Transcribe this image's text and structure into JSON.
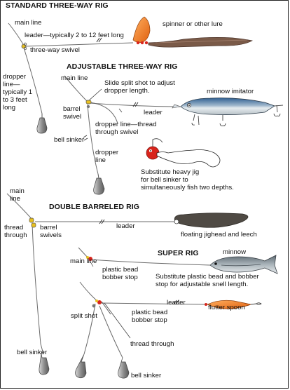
{
  "titles": {
    "standard": "STANDARD THREE-WAY RIG",
    "adjustable": "ADJUSTABLE THREE-WAY RIG",
    "double": "DOUBLE BARRELED RIG",
    "super": "SUPER RIG"
  },
  "labels": {
    "s_main_line": "main line",
    "s_leader": "leader—typically 2 to 12 feet long",
    "s_swivel": "three-way swivel",
    "s_spinner": "spinner or other lure",
    "s_dropper_1": "dropper",
    "s_dropper_2": "line—",
    "s_dropper_3": "typically 1",
    "s_dropper_4": "to 3 feet",
    "s_dropper_5": "long",
    "s_bell_sinker": "bell sinker",
    "a_main_line": "main line",
    "a_split_1": "Slide split shot to adjust",
    "a_split_2": "dropper length.",
    "a_minnow": "minnow imitator",
    "a_barrel_1": "barrel",
    "a_barrel_2": "swivel",
    "a_leader": "leader",
    "a_thread_1": "dropper line—thread",
    "a_thread_2": "through swivel",
    "a_dropper_1": "dropper",
    "a_dropper_2": "line",
    "a_jig_1": "Substitute heavy jig",
    "a_jig_2": "for bell sinker to",
    "a_jig_3": "simultaneously fish two depths.",
    "d_main_1": "main",
    "d_main_2": "line",
    "d_thread_1": "thread",
    "d_thread_2": "through",
    "d_barrel_1": "barrel",
    "d_barrel_2": "swivels",
    "d_leader": "leader",
    "d_jighead": "floating jighead and leech",
    "r_main_line": "main line",
    "r_bead1_1": "plastic bead",
    "r_bead1_2": "bobber stop",
    "r_minnow": "minnow",
    "r_sub_1": "Substitute plastic bead and bobber",
    "r_sub_2": "stop for adjustable snell length.",
    "r_leader": "leader",
    "r_bead2_1": "plastic bead",
    "r_bead2_2": "bobber stop",
    "r_split": "split shot",
    "r_flutter": "flutter spoon",
    "r_thread": "thread through",
    "r_bell1": "bell sinker",
    "r_bell2": "bell sinker"
  },
  "colors": {
    "ink": "#111111",
    "line": "#6b6b6b",
    "orange": "#f07a1a",
    "red": "#d8241c",
    "gold": "#e8c020",
    "lead": "#8c8c8c",
    "leech": "#4f4a44",
    "worm": "#7a5a48",
    "fishBlue": "#3a6a9a",
    "fishSilver": "#c9d2d8",
    "white": "#ffffff"
  }
}
